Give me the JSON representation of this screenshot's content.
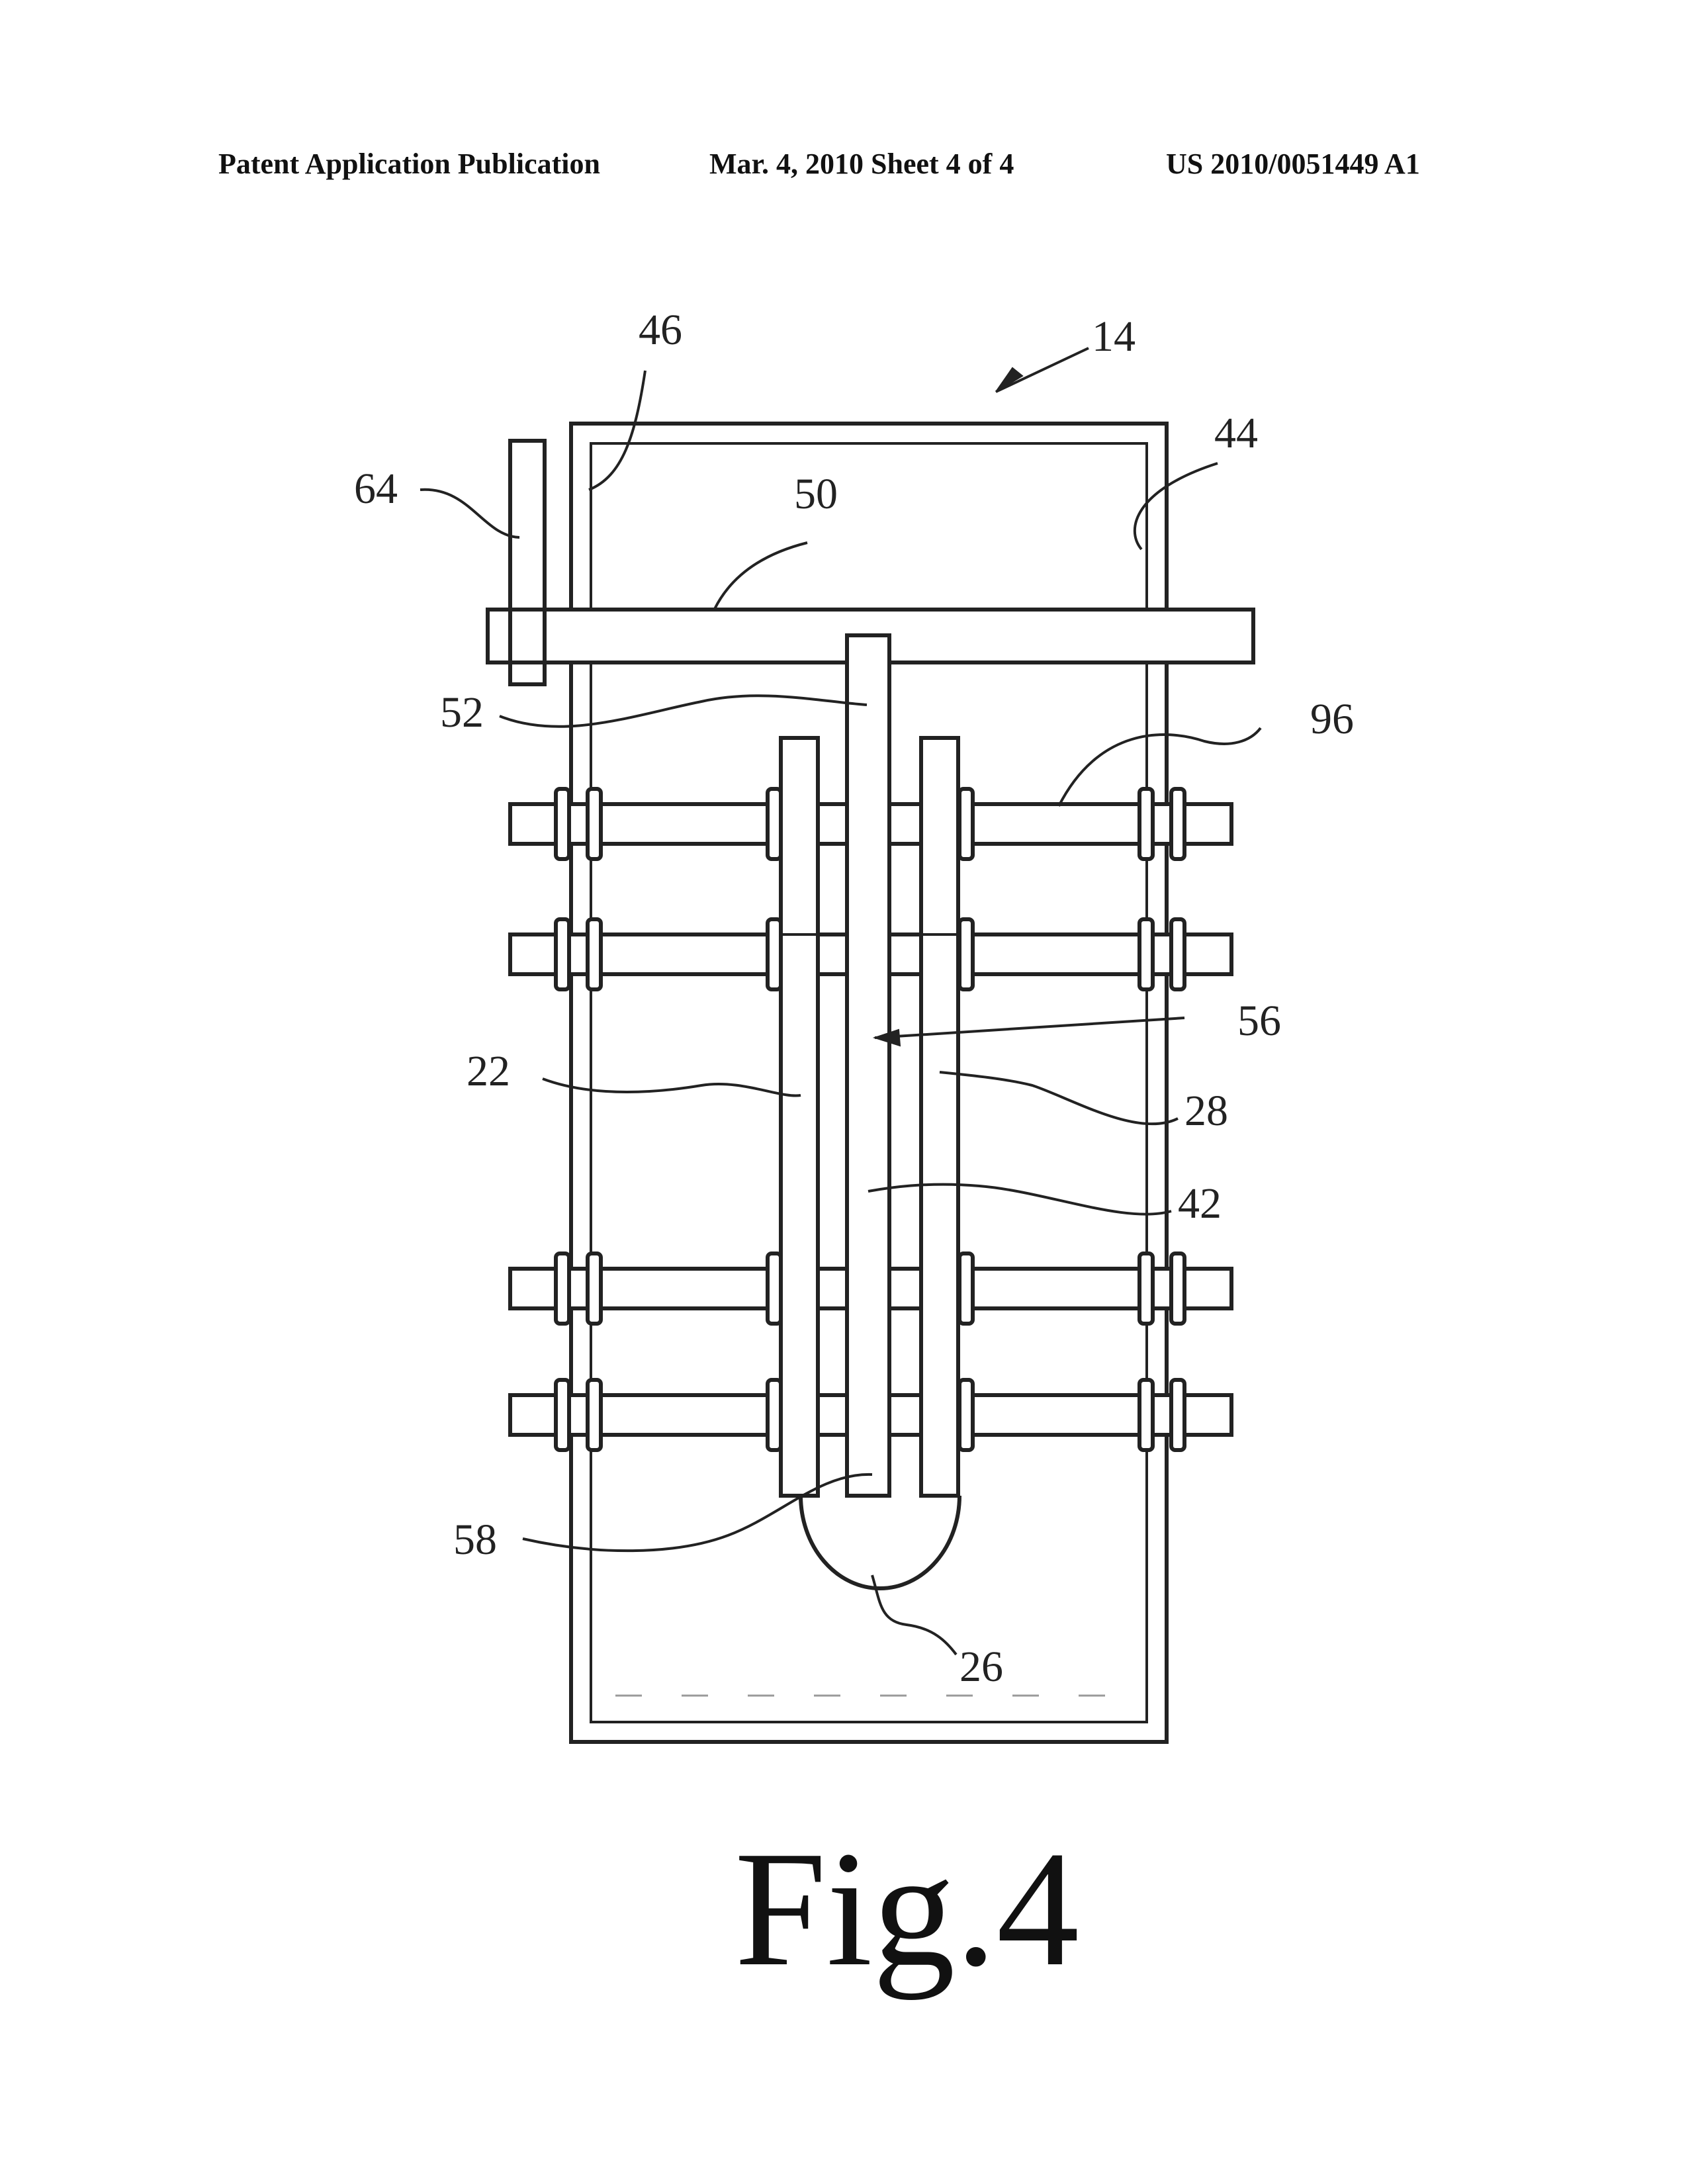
{
  "header": {
    "publication": "Patent Application Publication",
    "date_sheet": "Mar. 4, 2010   Sheet 4 of 4",
    "number": "US 2010/0051449 A1"
  },
  "figure": {
    "caption": "Fig.4",
    "labels": {
      "l14": "14",
      "l46": "46",
      "l44": "44",
      "l64": "64",
      "l50": "50",
      "l52": "52",
      "l96": "96",
      "l56": "56",
      "l22": "22",
      "l28": "28",
      "l42": "42",
      "l58": "58",
      "l26": "26"
    }
  }
}
